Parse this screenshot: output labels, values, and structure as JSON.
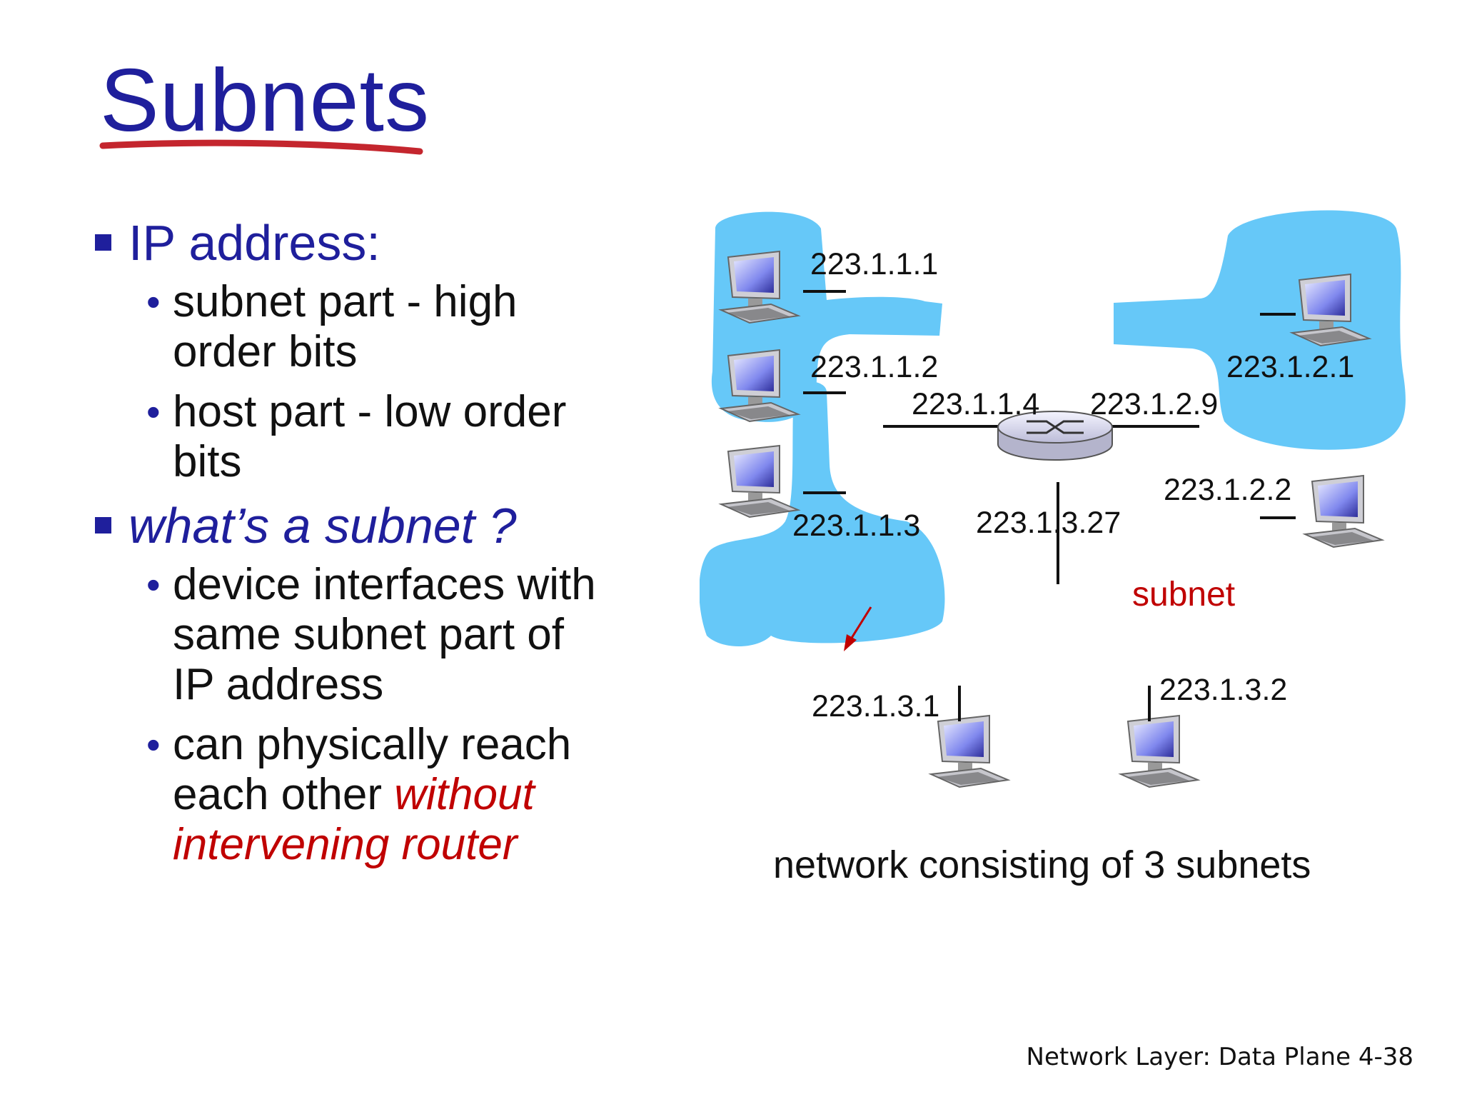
{
  "title": "Subnets",
  "bullets": {
    "b1": "IP address:",
    "b1_sub1_l1": "subnet part - high",
    "b1_sub1_l2": "order bits",
    "b1_sub2_l1": "host part - low order",
    "b1_sub2_l2": "bits",
    "b2": "what’s a subnet ?",
    "b2_sub1_l1": "device interfaces with",
    "b2_sub1_l2": "same subnet part of",
    "b2_sub1_l3": "IP address",
    "b2_sub2_l1": "can physically reach",
    "b2_sub2_l2a": "each other ",
    "b2_sub2_l2b": "without",
    "b2_sub2_l3": "intervening router"
  },
  "diagram": {
    "ips": {
      "h111": "223.1.1.1",
      "h112": "223.1.1.2",
      "h113": "223.1.1.3",
      "r114": "223.1.1.4",
      "r129": "223.1.2.9",
      "h121": "223.1.2.1",
      "h122": "223.1.2.2",
      "r1327": "223.1.3.27",
      "h131": "223.1.3.1",
      "h132": "223.1.3.2"
    },
    "subnet_label": "subnet",
    "colors": {
      "subnet_fill": "#66c8f8",
      "title": "#1f1f9c",
      "accent": "#c00000"
    }
  },
  "caption": "network consisting of 3 subnets",
  "footer": "Network Layer: Data Plane  4-38"
}
